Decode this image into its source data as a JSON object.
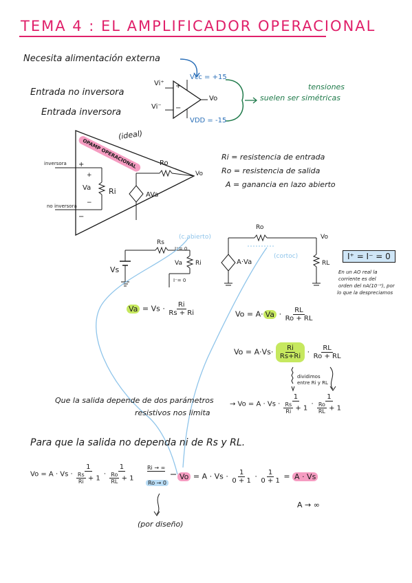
{
  "title": "TEMA 4 : EL AMPLIFICADOR OPERACIONAL",
  "note_ext": "Necesita alimentación externa",
  "entrada_no_inv": "Entrada no inversora",
  "entrada_inv": "Entrada inversora",
  "vi_plus": "Vi⁺",
  "vi_minus": "Vi⁻",
  "vcc": "Vcc = +15",
  "vdd": "VDD = -15",
  "vo": "Vo",
  "suelen": "suelen ser simétricas",
  "tensiones": "tensiones",
  "opamp_banner": "OPAMP OPERACIONAL",
  "ideal": "(ideal)",
  "inversora": "inversora",
  "no_inversora": "no inversora",
  "plus": "+",
  "minus": "−",
  "Va": "Va",
  "Ri": "Ri",
  "Ro": "Ro",
  "AVa": "AVa",
  "defs": [
    "Ri = resistencia de entrada",
    "Ro = resistencia de salida",
    "A = ganancia en lazo abierto"
  ],
  "Rs": "Rs",
  "Vs": "Vs",
  "circ_abierto": "(c.abierto)",
  "cortoc": "(cortoc)",
  "I_small": "I⁺= 0",
  "I_minus_small": "I⁻= 0",
  "AVa2": "A·Va",
  "RL": "RL",
  "box_eq": "I⁺ = I⁻ = 0",
  "note_real": [
    "En un AO real la",
    "corriente es del",
    "orden del nA(10⁻⁹), por",
    "lo que la despreciamos"
  ],
  "eq1": {
    "lhs": "Va",
    "eq": "= Vs ·",
    "num": "Ri",
    "den": "Rs + Ri"
  },
  "eq2": {
    "lhs": "Vo = A·",
    "va": "Va",
    "dot": "·",
    "num": "RL",
    "den": "Ro + RL"
  },
  "eq3": {
    "lhs": "Vo = A·Vs·",
    "num1": "Ri",
    "den1": "Rs+Ri",
    "num2": "RL",
    "den2": "Ro + RL"
  },
  "dividimos": [
    "dividimos",
    "entre Ri y RL"
  ],
  "que_salida": [
    "Que la salida depende de dos parámetros",
    "resistivos nos limita"
  ],
  "eq4": {
    "lhs": "→ Vo = A · Vs ·",
    "n1": "1",
    "d1a": "Rs",
    "d1b": "Ri",
    "p1": "+ 1",
    "n2": "1",
    "d2a": "Ro",
    "d2b": "RL",
    "p2": "+ 1"
  },
  "para_que": "Para que la salida no dependa ni de Rs y RL.",
  "eq5": {
    "lhs": "Vo = A · Vs ·",
    "n1": "1",
    "d1a": "Rs",
    "d1b": "Ri",
    "p1": "+ 1",
    "n2": "1",
    "d2a": "Ro",
    "d2b": "RL",
    "p2": "+ 1"
  },
  "cond1": "Ri → ∞",
  "cond2": "Ro → 0",
  "eq6": {
    "vo": "Vo",
    "eq": "= A · Vs ·",
    "n1": "1",
    "d1": "0 + 1",
    "n2": "1",
    "d2": "0 + 1",
    "eqs": "=",
    "res": "A · Vs"
  },
  "a_inf": "A → ∞",
  "por_diseno": "(por diseño)"
}
